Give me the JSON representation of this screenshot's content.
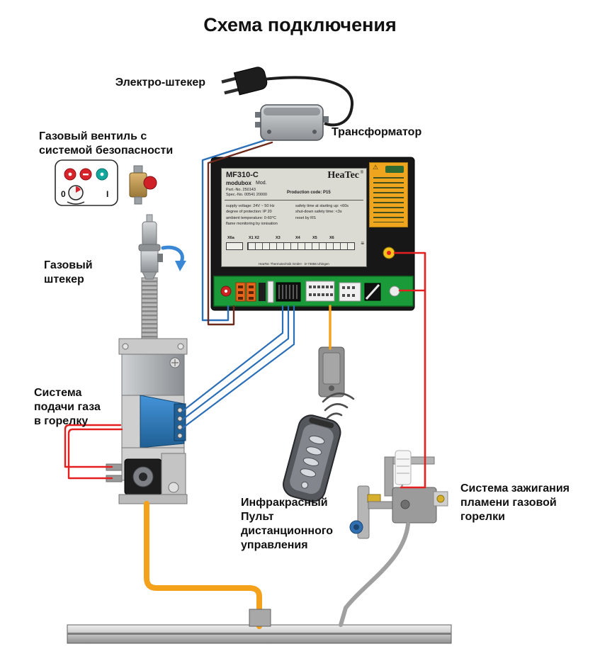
{
  "title": "Схема подключения",
  "labels": {
    "electro_plug": "Электро-штекер",
    "gas_valve": "Газовый вентиль с\nсистемой безопасности",
    "transformer": "Трансформатор",
    "gas_plug": "Газовый\nштекер",
    "gas_supply": "Система\nподачи газа\nв горелку",
    "remote": "Инфракрасный\nПульт\nдистанционного\nуправления",
    "ignition": "Система зажигания\nпламени газовой\nгорелки"
  },
  "control_unit": {
    "model": "MF310-C",
    "series": "modubox",
    "mod": "Mod.",
    "part_no": "Part.-No. 250143",
    "spec_no": "Spec.-No. 00541 20000",
    "production_code": "Production code: P15",
    "brand": "HeaTec",
    "registered": "®",
    "spec_lines": "supply voltage: 24V ~ 50 Hz\ndegree of protection: IP 20\nambient temperature: 0-60°C\nflame monitoring by ionisation",
    "safety_lines": "safety time at starting up: <60s\nshut-down safety time: <3s\nreset by RS",
    "terminals": [
      "X6a",
      "X1 X2",
      "X3",
      "X4",
      "X5",
      "X6"
    ],
    "ground_icon": "≡",
    "footer": "HeaTec Thermotechnik GmbH · D-73066 Uhingen"
  },
  "valve_panel": {
    "off": "0",
    "on": "I"
  },
  "colors": {
    "wire_blue": "#2b6fb7",
    "wire_dark": "#6e2a1c",
    "wire_red": "#e3201f",
    "wire_orange": "#f4a11c",
    "wire_gray": "#a0a0a0",
    "pcb_green": "#1a9a38"
  }
}
